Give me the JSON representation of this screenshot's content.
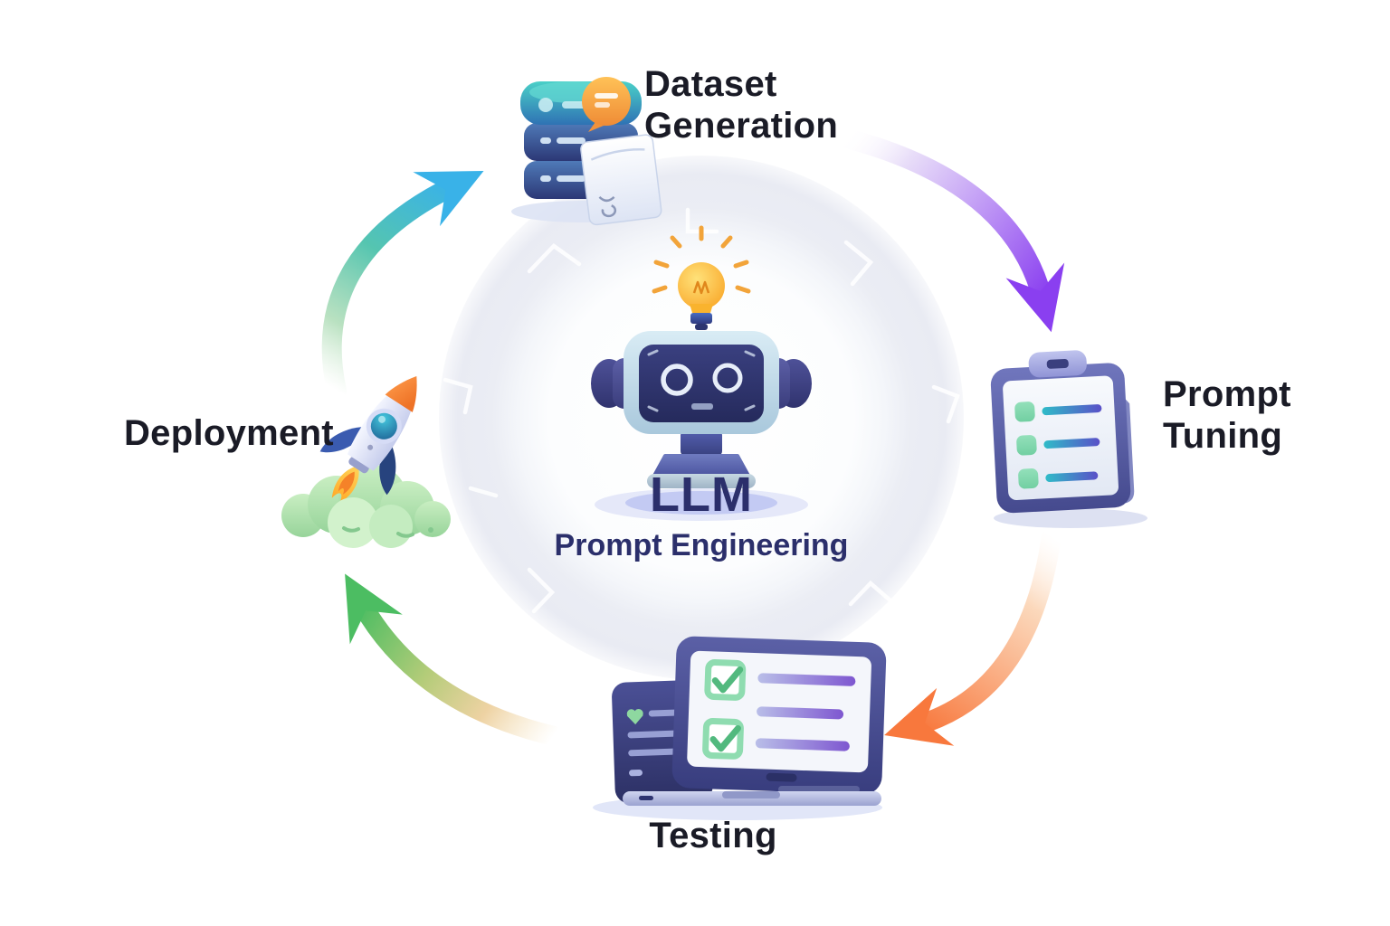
{
  "diagram": {
    "type": "cycle",
    "background": "#ffffff",
    "label_color": "#1a1b26",
    "center_text_color": "#2b2f6b"
  },
  "center": {
    "title": "LLM",
    "subtitle": "Prompt Engineering",
    "icons": [
      "robot-icon",
      "lightbulb-icon"
    ]
  },
  "stages": [
    {
      "id": "dataset-generation",
      "label": "Dataset Generation",
      "lines": [
        "Dataset",
        "Generation"
      ],
      "icon": "database-icon",
      "position": "top"
    },
    {
      "id": "prompt-tuning",
      "label": "Prompt Tuning",
      "lines": [
        "Prompt",
        "Tuning"
      ],
      "icon": "clipboard-checklist-icon",
      "position": "right"
    },
    {
      "id": "testing",
      "label": "Testing",
      "lines": [
        "Testing"
      ],
      "icon": "laptop-checklist-icon",
      "position": "bottom"
    },
    {
      "id": "deployment",
      "label": "Deployment",
      "lines": [
        "Deployment"
      ],
      "icon": "rocket-icon",
      "position": "left"
    }
  ],
  "arrows": [
    {
      "id": "dataset-to-prompt-tuning",
      "from": "Dataset Generation",
      "to": "Prompt Tuning",
      "color": "#8a3ff0",
      "gradient": [
        "#ffffff",
        "#8a3ff0"
      ]
    },
    {
      "id": "prompt-tuning-to-testing",
      "from": "Prompt Tuning",
      "to": "Testing",
      "color": "#f8783d",
      "gradient": [
        "#fff3ea",
        "#f8783d"
      ]
    },
    {
      "id": "testing-to-deployment",
      "from": "Testing",
      "to": "Deployment",
      "color": "#4cbd62",
      "gradient": [
        "#f6e3bd",
        "#4cbd62"
      ]
    },
    {
      "id": "deployment-to-dataset",
      "from": "Deployment",
      "to": "Dataset Generation",
      "color": "#39b2e8",
      "gradient": [
        "#bfe3c2",
        "#39b2e8"
      ]
    }
  ]
}
